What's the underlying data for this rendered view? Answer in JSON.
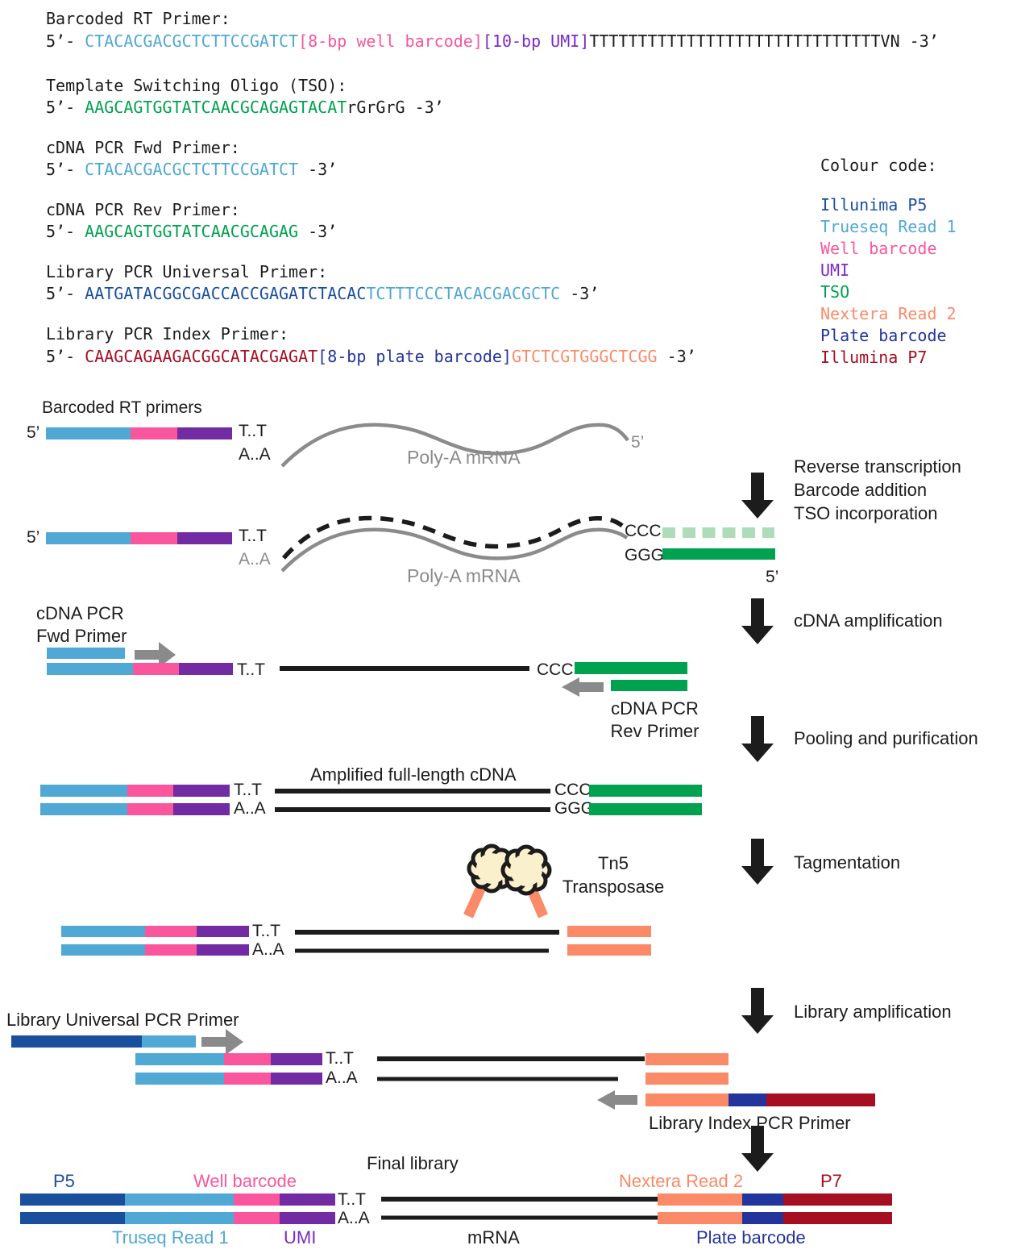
{
  "colors": {
    "p5": "#1a4f9e",
    "truseq": "#50a8d4",
    "well": "#f9569d",
    "umi_bar": "#722ba3",
    "umi_text": "#7a2cc4",
    "tso": "#00a14f",
    "tso_light": "#aedcb8",
    "nextera": "#fa8a68",
    "plate": "#24349d",
    "p7": "#a60e22",
    "ink": "#1c1c1c",
    "gray": "#8b8b8b",
    "arrow_gray": "#8a8a8a",
    "tn5_fill": "#faf0cc"
  },
  "primers": [
    {
      "title": "Barcoded RT Primer:",
      "parts": [
        {
          "t": "5’- ",
          "c": "ink"
        },
        {
          "t": "CTACACGACGCTCTTCCGATCT",
          "c": "truseq"
        },
        {
          "t": "[8-bp well barcode]",
          "c": "well"
        },
        {
          "t": "[10-bp UMI]",
          "c": "umi_text"
        },
        {
          "t": "TTTTTTTTTTTTTTTTTTTTTTTTTTTTTTVN",
          "c": "ink"
        },
        {
          "t": " -3’",
          "c": "ink"
        }
      ]
    },
    {
      "title": "Template Switching Oligo (TSO):",
      "parts": [
        {
          "t": "5’- ",
          "c": "ink"
        },
        {
          "t": "AAGCAGTGGTATCAACGCAGAGTACAT",
          "c": "tso"
        },
        {
          "t": "rGrGrG",
          "c": "ink"
        },
        {
          "t": " -3’",
          "c": "ink"
        }
      ]
    },
    {
      "title": "cDNA PCR Fwd Primer:",
      "parts": [
        {
          "t": "5’- ",
          "c": "ink"
        },
        {
          "t": "CTACACGACGCTCTTCCGATCT",
          "c": "truseq"
        },
        {
          "t": " -3’",
          "c": "ink"
        }
      ]
    },
    {
      "title": "cDNA PCR Rev Primer:",
      "parts": [
        {
          "t": "5’- ",
          "c": "ink"
        },
        {
          "t": "AAGCAGTGGTATCAACGCAGAG",
          "c": "tso"
        },
        {
          "t": " -3’",
          "c": "ink"
        }
      ]
    },
    {
      "title": "Library PCR Universal Primer:",
      "parts": [
        {
          "t": "5’- ",
          "c": "ink"
        },
        {
          "t": "AATGATACGGCGACCACCGAGATCTACAC",
          "c": "p5"
        },
        {
          "t": "TCTTTCCCTACACGACGCTC",
          "c": "truseq"
        },
        {
          "t": " -3’",
          "c": "ink"
        }
      ]
    },
    {
      "title": "Library PCR Index Primer:",
      "parts": [
        {
          "t": "5’- ",
          "c": "ink"
        },
        {
          "t": "CAAGCAGAAGACGGCATACGAGAT",
          "c": "p7"
        },
        {
          "t": "[8-bp plate barcode]",
          "c": "plate"
        },
        {
          "t": "GTCTCGTGGGCTCGG",
          "c": "nextera"
        },
        {
          "t": " -3’",
          "c": "ink"
        }
      ]
    }
  ],
  "legend": {
    "title": "Colour code:",
    "entries": [
      {
        "label": "Illunima P5",
        "c": "p5"
      },
      {
        "label": "Trueseq Read 1",
        "c": "truseq"
      },
      {
        "label": "Well barcode",
        "c": "well"
      },
      {
        "label": "UMI",
        "c": "umi_text"
      },
      {
        "label": "TSO",
        "c": "tso"
      },
      {
        "label": "Nextera Read 2",
        "c": "nextera"
      },
      {
        "label": "Plate barcode",
        "c": "plate"
      },
      {
        "label": "Illumina P7",
        "c": "p7"
      }
    ]
  },
  "d": {
    "five": "5’",
    "tt": "T..T",
    "aa": "A..A",
    "polya": "Poly-A mRNA",
    "ccc": "CCC",
    "ggg": "GGG",
    "rt_title": "Barcoded RT primers",
    "rt_step1": "Reverse transcription",
    "rt_step2": "Barcode addition",
    "rt_step3": "TSO incorporation",
    "cdna_amp": "cDNA amplification",
    "fwd1": "cDNA PCR",
    "fwd2": "Fwd Primer",
    "rev1": "cDNA PCR",
    "rev2": "Rev Primer",
    "pooling": "Pooling and purification",
    "amp_title": "Amplified full-length cDNA",
    "tagmentation": "Tagmentation",
    "tn5_1": "Tn5",
    "tn5_2": "Transposase",
    "lib_amp": "Library amplification",
    "univ_label": "Library Universal PCR Primer",
    "index_label": "Library Index PCR Primer",
    "final_title": "Final library",
    "p5": "P5",
    "well": "Well barcode",
    "nextera": "Nextera Read 2",
    "p7": "P7",
    "truseq": "Truseq Read 1",
    "umi": "UMI",
    "mrna": "mRNA",
    "plate": "Plate barcode"
  }
}
